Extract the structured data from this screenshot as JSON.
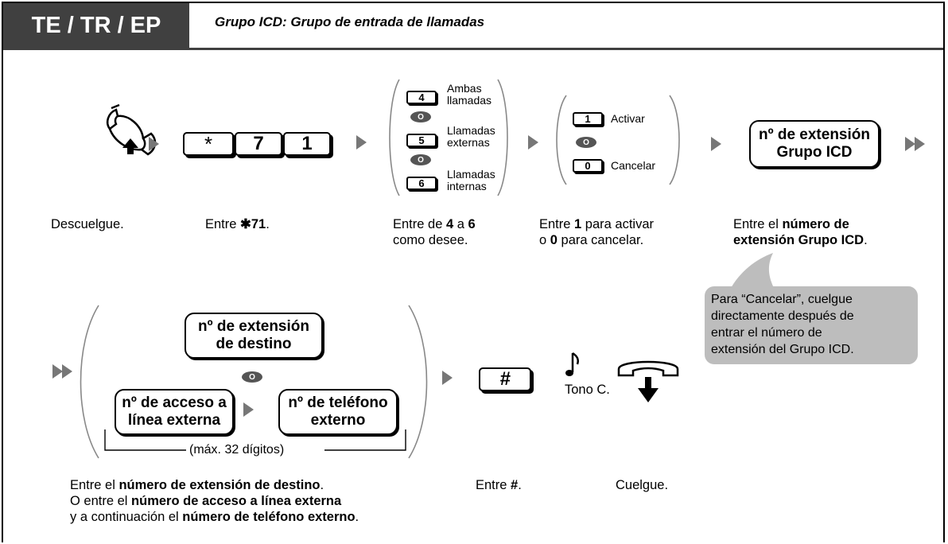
{
  "header": {
    "tag": "TE / TR / EP",
    "title": "Grupo ICD: Grupo de entrada de llamadas"
  },
  "row1": {
    "keys_star71": [
      "*",
      "7",
      "1"
    ],
    "options": [
      {
        "key": "4",
        "label1": "Ambas",
        "label2": "llamadas"
      },
      {
        "key": "5",
        "label1": "Llamadas",
        "label2": "externas"
      },
      {
        "key": "6",
        "label1": "Llamadas",
        "label2": "internas"
      }
    ],
    "or": "O",
    "activate": {
      "key": "1",
      "label": "Activar"
    },
    "cancel": {
      "key": "0",
      "label": "Cancelar"
    },
    "icd_box": {
      "line1": "nº de  extensión",
      "line2": "Grupo ICD"
    },
    "captions": {
      "c1": "Descuelgue.",
      "c2_pre": "Entre ",
      "c2_bold": "✱71",
      "c2_post": ".",
      "c3_a": "Entre de ",
      "c3_b": "4",
      "c3_c": " a ",
      "c3_d": "6",
      "c3_e": "como desee.",
      "c4_a": "Entre ",
      "c4_b": "1",
      "c4_c": " para activar",
      "c4_d": "o ",
      "c4_e": "0",
      "c4_f": " para cancelar.",
      "c5_a": "Entre el  ",
      "c5_b": "número de",
      "c5_c": "extensión Grupo ICD",
      "c5_d": "."
    },
    "callout": {
      "a": "Para “Cancelar”, cuelgue",
      "b": "directamente",
      "c": " después de",
      "d": "entrar el número de",
      "e": "extensión del Grupo ICD."
    }
  },
  "row2": {
    "dest_box": {
      "line1": "nº de extensión",
      "line2": "de destino"
    },
    "access_box": {
      "line1": "nº de acceso a",
      "line2": "línea externa"
    },
    "phone_box": {
      "line1": "nº de teléfono",
      "line2": "externo"
    },
    "max_digits": "(máx. 32 dígitos)",
    "hash_key": "#",
    "tone": "Tono C.",
    "captions": {
      "d1_a": "Entre el ",
      "d1_b": "número de extensión de destino",
      "d1_c": ".",
      "d2_a": "O entre el ",
      "d2_b": "número de acceso a línea externa",
      "d3_a": "y a continuación el ",
      "d3_b": "número de teléfono externo",
      "d3_c": ".",
      "hash_a": "Entre ",
      "hash_b": "#",
      "hash_c": ".",
      "hangup": "Cuelgue."
    }
  }
}
